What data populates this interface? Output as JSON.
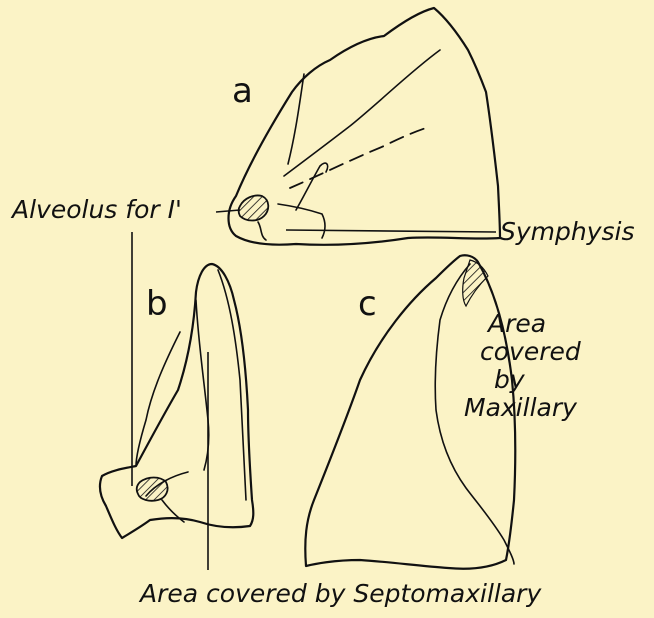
{
  "figure": {
    "panels": {
      "a": "a",
      "b": "b",
      "c": "c"
    },
    "labels": {
      "alveolus": "Alveolus for I'",
      "symphysis": "Symphysis",
      "area_maxillary_1": "Area",
      "area_maxillary_2": "covered",
      "area_maxillary_3": "by",
      "area_maxillary_4": "Maxillary",
      "area_septomaxillary": "Area covered by Septomaxillary"
    }
  }
}
